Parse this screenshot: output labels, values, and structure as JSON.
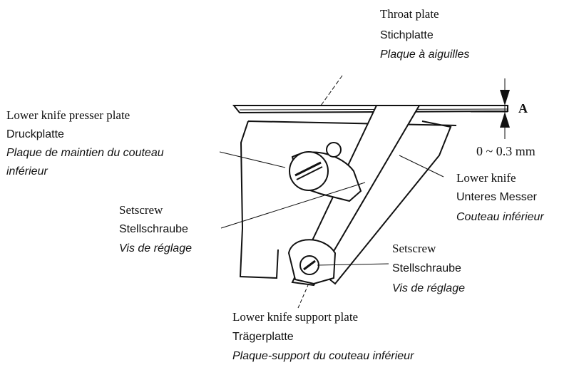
{
  "labels": {
    "throat_plate": {
      "en": "Throat plate",
      "de": "Stichplatte",
      "fr": "Plaque à aiguilles"
    },
    "presser_plate": {
      "en": "Lower knife presser plate",
      "de": "Druckplatte",
      "fr1": "Plaque de maintien du couteau",
      "fr2": "inférieur"
    },
    "lower_knife": {
      "en": "Lower knife",
      "de": "Unteres Messer",
      "fr": "Couteau inférieur"
    },
    "setscrew_left": {
      "en": "Setscrew",
      "de": "Stellschraube",
      "fr": "Vis de réglage"
    },
    "setscrew_right": {
      "en": "Setscrew",
      "de": "Stellschraube",
      "fr": "Vis de réglage"
    },
    "support_plate": {
      "en": "Lower knife support plate",
      "de": "Trägerplatte",
      "fr": "Plaque-support du couteau  inférieur"
    },
    "dimension": {
      "letter": "A",
      "value": "0 ~ 0.3 mm"
    }
  }
}
